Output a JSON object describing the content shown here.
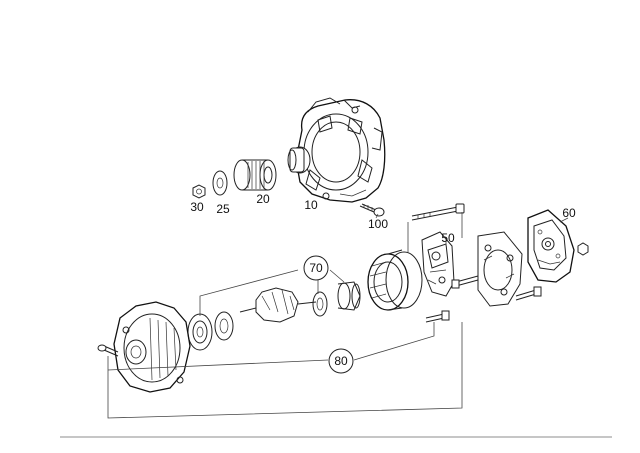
{
  "diagram": {
    "callouts": {
      "c10": "10",
      "c20": "20",
      "c25": "25",
      "c30": "30",
      "c50": "50",
      "c60": "60",
      "c70": "70",
      "c80": "80",
      "c100": "100"
    }
  }
}
